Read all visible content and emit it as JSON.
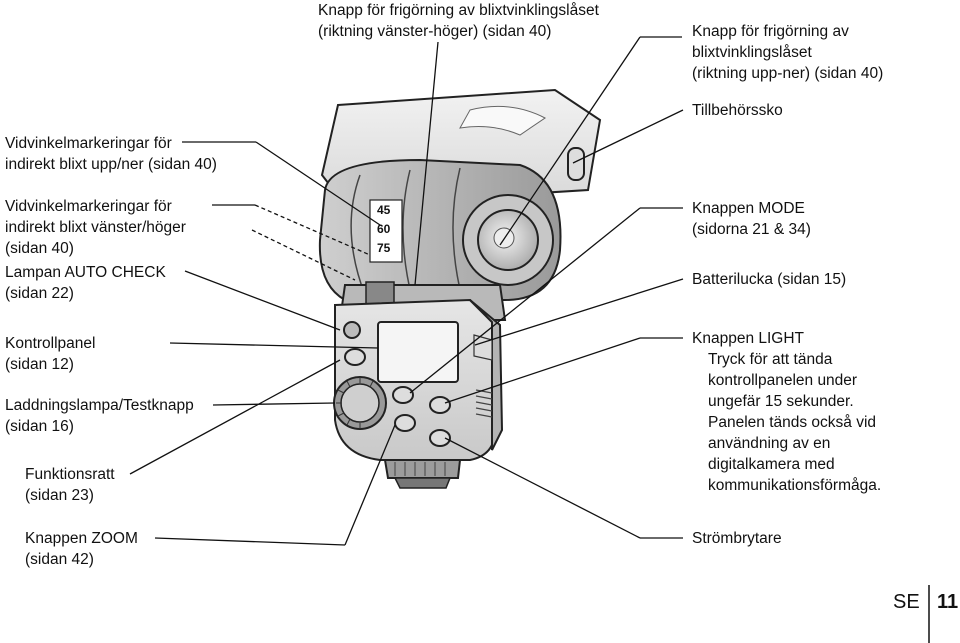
{
  "labels": {
    "release_lr": [
      "Knapp för frigörning av blixtvinklingslåset",
      "(riktning vänster-höger) (sidan 40)"
    ],
    "release_ud": [
      "Knapp för frigörning av",
      "blixtvinklingslåset",
      "(riktning upp-ner) (sidan 40)"
    ],
    "accessory_shoe": [
      "Tillbehörssko"
    ],
    "bounce_ud": [
      "Vidvinkelmarkeringar för",
      "indirekt blixt upp/ner (sidan 40)"
    ],
    "bounce_lr": [
      "Vidvinkelmarkeringar för",
      "indirekt blixt vänster/höger",
      "(sidan 40)"
    ],
    "auto_check": [
      "Lampan AUTO CHECK",
      "(sidan 22)"
    ],
    "control_panel": [
      "Kontrollpanel",
      "(sidan 12)"
    ],
    "charge_lamp": [
      "Laddningslampa/Testknapp",
      "(sidan 16)"
    ],
    "function_dial": [
      "Funktionsratt",
      "(sidan 23)"
    ],
    "zoom_button": [
      "Knappen ZOOM",
      "(sidan 42)"
    ],
    "mode_button": [
      "Knappen MODE",
      "(sidorna 21 & 34)"
    ],
    "battery_cover": [
      "Batterilucka (sidan 15)"
    ],
    "light_button": [
      "Knappen LIGHT",
      "Tryck för att tända",
      "kontrollpanelen under",
      "ungefär 15 sekunder.",
      "Panelen tänds också vid",
      "användning av en",
      "digitalkamera med",
      "kommunikationsförmåga."
    ],
    "power_switch": [
      "Strömbrytare"
    ]
  },
  "angle_marks": [
    "45",
    "60",
    "75"
  ],
  "footer": {
    "lang": "SE",
    "page": "11"
  }
}
